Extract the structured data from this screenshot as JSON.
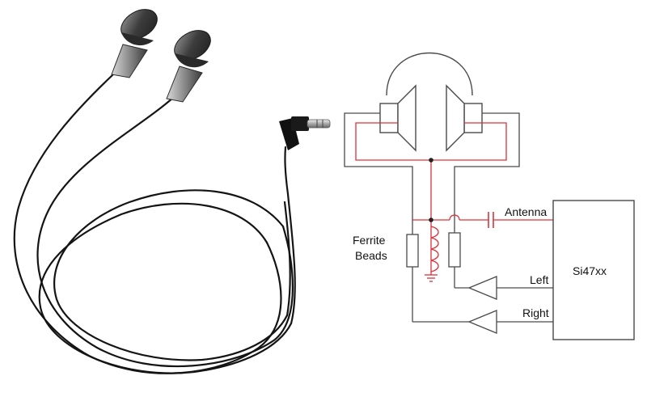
{
  "diagram": {
    "labels": {
      "antenna": "Antenna",
      "ferrite_line1": "Ferrite",
      "ferrite_line2": "Beads",
      "chip": "Si47xx",
      "left": "Left",
      "right": "Right"
    },
    "colors": {
      "wire": "#4a4a4a",
      "signal": "#e0303a",
      "cable": "#111111",
      "earbud": "#5a5a5a"
    }
  },
  "photo": {
    "icons": [
      "earbud-left-icon",
      "earbud-right-icon",
      "audio-plug-icon"
    ]
  }
}
